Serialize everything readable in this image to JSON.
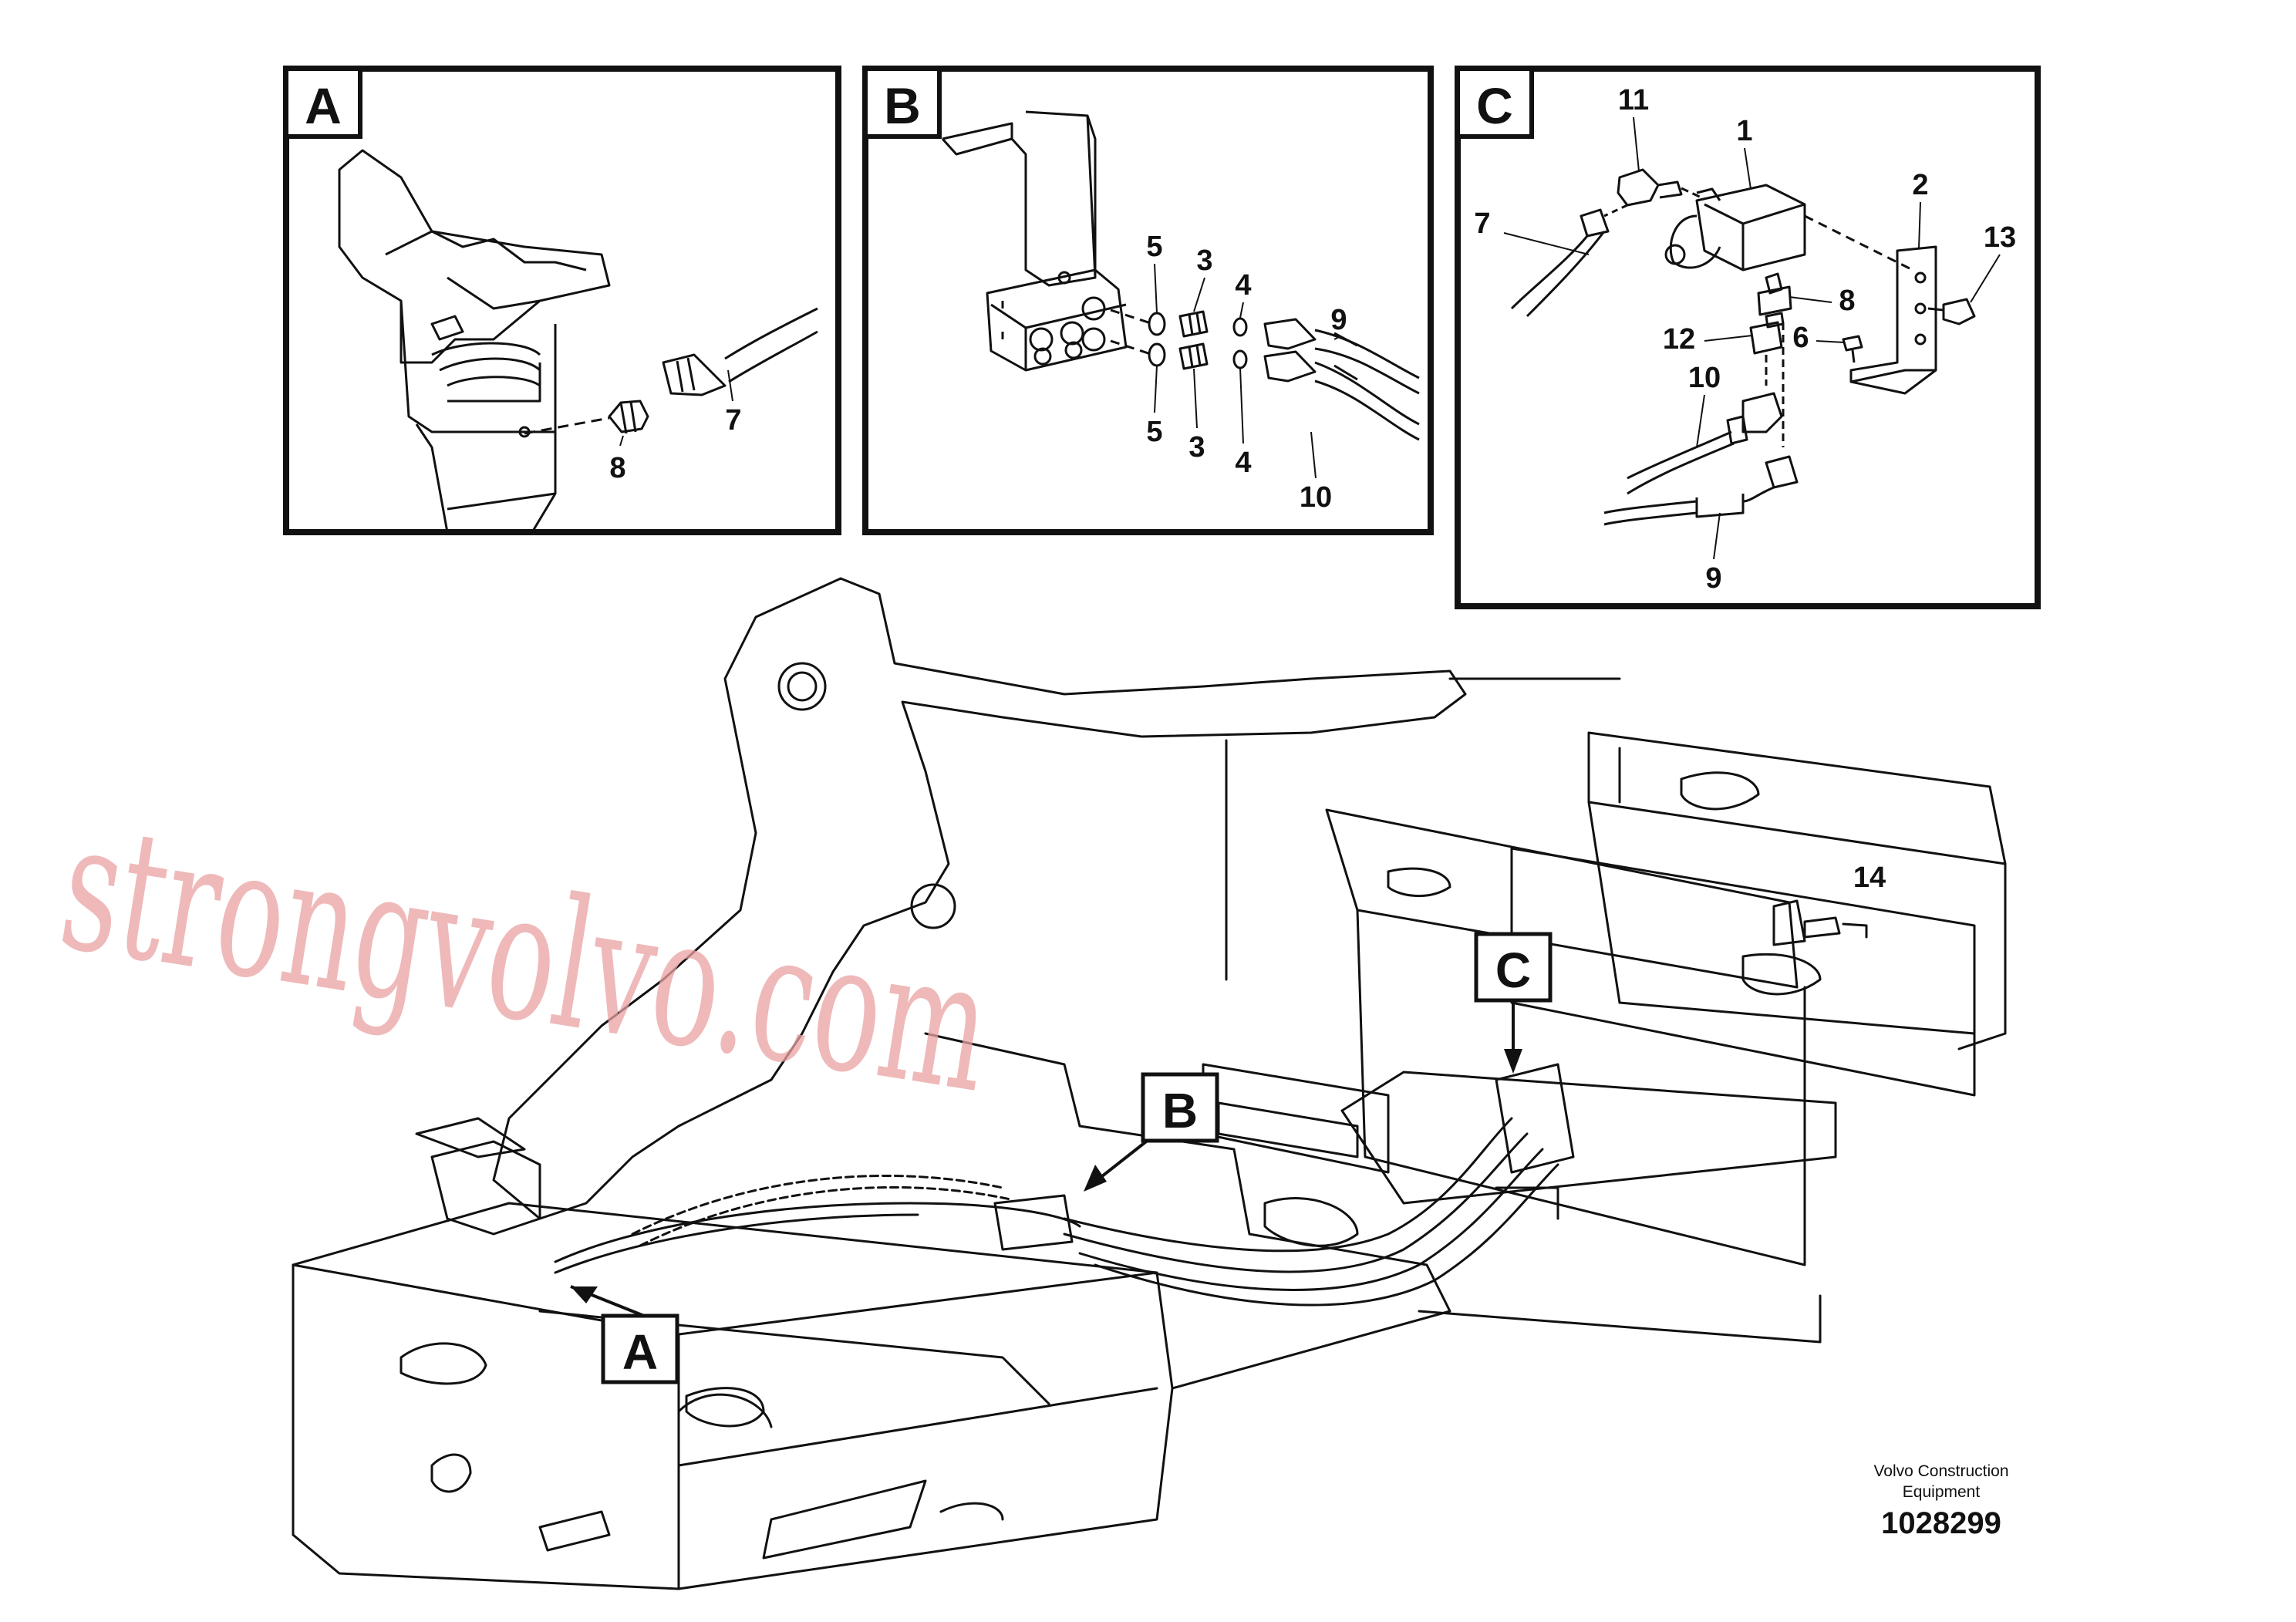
{
  "detail_boxes": [
    {
      "letter": "A",
      "callouts": [
        "8",
        "7"
      ]
    },
    {
      "letter": "B",
      "callouts": [
        "5",
        "3",
        "4",
        "9",
        "5",
        "3",
        "4",
        "10"
      ]
    },
    {
      "letter": "C",
      "callouts": [
        "11",
        "1",
        "7",
        "2",
        "13",
        "8",
        "12",
        "6",
        "10",
        "9"
      ]
    }
  ],
  "main_view": {
    "markers": [
      "A",
      "B",
      "C"
    ],
    "callouts": [
      "14"
    ]
  },
  "watermark": "strongvolvo.com",
  "credit": {
    "line1": "Volvo Construction",
    "line2": "Equipment"
  },
  "part_number": "1028299",
  "colors": {
    "line": "#111111",
    "watermark": "#e9a2a2",
    "background": "#ffffff"
  }
}
